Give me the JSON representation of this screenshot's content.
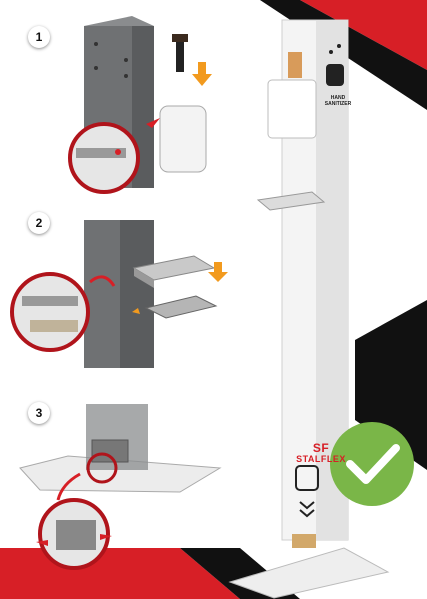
{
  "steps": [
    {
      "number": "1",
      "icon": "dispenser-mount-icon"
    },
    {
      "number": "2",
      "icon": "drip-tray-mount-icon"
    },
    {
      "number": "3",
      "icon": "base-plate-bolt-icon"
    }
  ],
  "stand": {
    "label_line1": "HAND",
    "label_line2": "SANITIZER",
    "brand_mark": "SF",
    "brand_name": "STALFLEX"
  },
  "colors": {
    "accent_red": "#d71f26",
    "dark": "#111111",
    "post_grey": "#6f7173",
    "check_green": "#7ab648",
    "arrow_orange": "#f29a1e"
  },
  "badges": {
    "check": "checkmark-icon"
  }
}
